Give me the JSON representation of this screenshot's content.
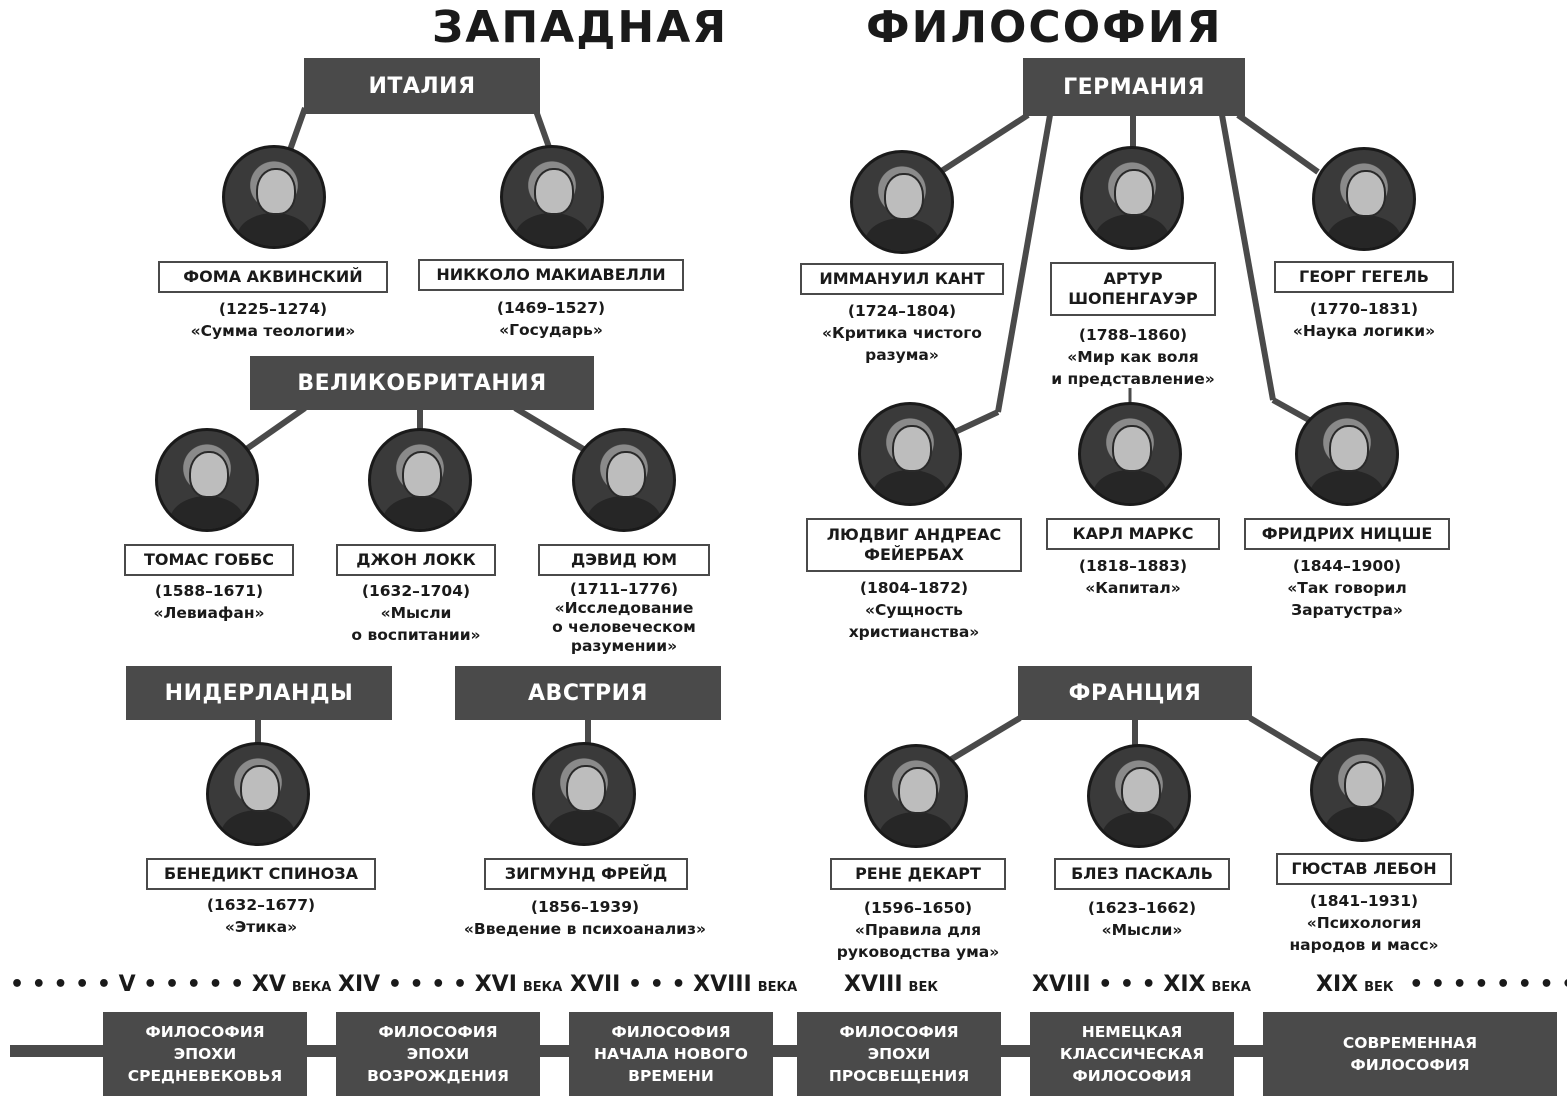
{
  "header": {
    "title_left": "ЗАПАДНАЯ",
    "title_right": "ФИЛОСОФИЯ"
  },
  "countries": {
    "italy": "ИТАЛИЯ",
    "britain": "ВЕЛИКОБРИТАНИЯ",
    "netherlands": "НИДЕРЛАНДЫ",
    "austria": "АВСТРИЯ",
    "germany": "ГЕРМАНИЯ",
    "france": "ФРАНЦИЯ"
  },
  "philosophers": {
    "aquinas": {
      "name": "ФОМА АКВИНСКИЙ",
      "years": "(1225–1274)",
      "work": [
        "«Сумма теологии»"
      ]
    },
    "machiavelli": {
      "name": "НИККОЛО МАКИАВЕЛЛИ",
      "years": "(1469–1527)",
      "work": [
        "«Государь»"
      ]
    },
    "hobbes": {
      "name": "ТОМАС ГОББС",
      "years": "(1588–1671)",
      "work": [
        "«Левиафан»"
      ]
    },
    "locke": {
      "name": "ДЖОН ЛОКК",
      "years": "(1632–1704)",
      "work": [
        "«Мысли",
        "о воспитании»"
      ]
    },
    "hume": {
      "name": "ДЭВИД ЮМ",
      "years": "(1711–1776)",
      "work": [
        "«Исследование",
        "о человеческом",
        "разумении»"
      ]
    },
    "spinoza": {
      "name": "БЕНЕДИКТ СПИНОЗА",
      "years": "(1632–1677)",
      "work": [
        "«Этика»"
      ]
    },
    "freud": {
      "name": "ЗИГМУНД ФРЕЙД",
      "years": "(1856–1939)",
      "work": [
        "«Введение в  психоанализ»"
      ]
    },
    "kant": {
      "name": "ИММАНУИЛ КАНТ",
      "years": "(1724–1804)",
      "work": [
        "«Критика чистого",
        "разума»"
      ]
    },
    "schopenhauer": {
      "name": [
        "АРТУР",
        "ШОПЕНГАУЭР"
      ],
      "years": "(1788–1860)",
      "work": [
        "«Мир как воля",
        "и представление»"
      ]
    },
    "hegel": {
      "name": "ГЕОРГ ГЕГЕЛЬ",
      "years": "(1770–1831)",
      "work": [
        "«Наука логики»"
      ]
    },
    "feuerbach": {
      "name": [
        "ЛЮДВИГ АНДРЕАС",
        "ФЕЙЕРБАХ"
      ],
      "years": "(1804–1872)",
      "work": [
        "«Сущность",
        "христианства»"
      ]
    },
    "marx": {
      "name": "КАРЛ МАРКС",
      "years": "(1818–1883)",
      "work": [
        "«Капитал»"
      ]
    },
    "nietzsche": {
      "name": "ФРИДРИХ НИЦШЕ",
      "years": "(1844–1900)",
      "work": [
        "«Так говорил",
        "Заратустра»"
      ]
    },
    "descartes": {
      "name": "РЕНЕ ДЕКАРТ",
      "years": "(1596–1650)",
      "work": [
        "«Правила для",
        "руководства ума»"
      ]
    },
    "pascal": {
      "name": "БЛЕЗ ПАСКАЛЬ",
      "years": "(1623–1662)",
      "work": [
        "«Мысли»"
      ]
    },
    "lebon": {
      "name": "ГЮСТАВ ЛЕБОН",
      "years": "(1841–1931)",
      "work": [
        "«Психология",
        "народов и масс»"
      ]
    }
  },
  "timeline": {
    "labels": [
      {
        "main": "• • • • • V • • • • • XV",
        "small": "ВЕКА"
      },
      {
        "main": "XIV • • • • XVI",
        "small": "ВЕКА"
      },
      {
        "main": "XVII • • • XVIII",
        "small": "ВЕКА"
      },
      {
        "main": "XVIII",
        "small": "ВЕК"
      },
      {
        "main": "XVIII • • • XIX",
        "small": "ВЕКА"
      },
      {
        "main": "XIX",
        "small": "ВЕК",
        "trail": "• • • • • • • • •"
      }
    ],
    "eras": [
      [
        "ФИЛОСОФИЯ",
        "ЭПОХИ",
        "СРЕДНЕВЕКОВЬЯ"
      ],
      [
        "ФИЛОСОФИЯ",
        "ЭПОХИ",
        "ВОЗРОЖДЕНИЯ"
      ],
      [
        "ФИЛОСОФИЯ",
        "НАЧАЛА НОВОГО",
        "ВРЕМЕНИ"
      ],
      [
        "ФИЛОСОФИЯ",
        "ЭПОХИ",
        "ПРОСВЕЩЕНИЯ"
      ],
      [
        "НЕМЕЦКАЯ",
        "КЛАССИЧЕСКАЯ",
        "ФИЛОСОФИЯ"
      ],
      [
        "СОВРЕМЕННАЯ",
        "ФИЛОСОФИЯ"
      ]
    ]
  }
}
